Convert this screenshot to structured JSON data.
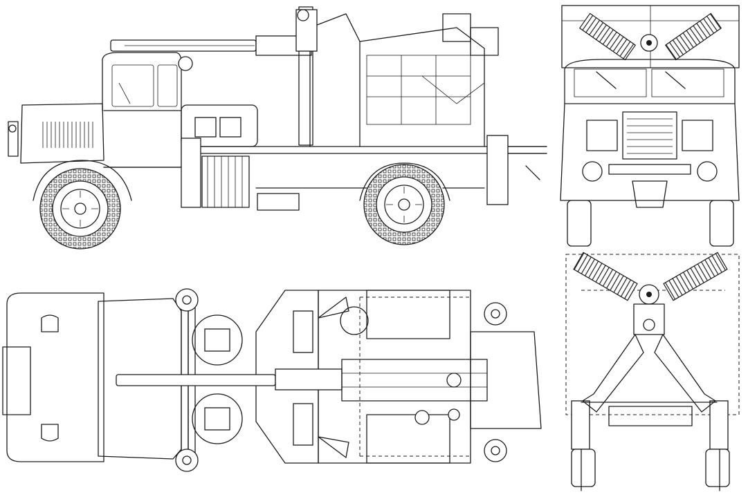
{
  "drawing": {
    "subject": "",
    "views": [
      "side-view",
      "front-view",
      "top-view",
      "rear-view"
    ]
  },
  "colors": {
    "line": "#1a1a1a",
    "paper": "#ffffff"
  },
  "icons": [
    "tire-tread",
    "wheel-hub",
    "recoil-spring",
    "gun-barrel",
    "outrigger-pad"
  ]
}
